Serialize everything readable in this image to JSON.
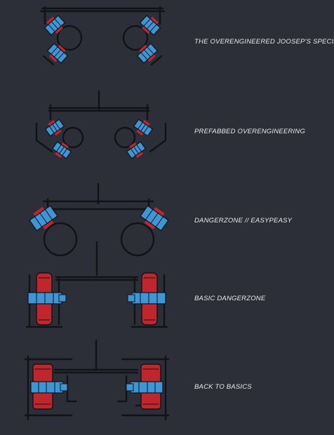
{
  "colors": {
    "background": "#2c2f38",
    "ink": "#121316",
    "blue": "#3d97d6",
    "red": "#c0272d",
    "label": "#e8e8ea"
  },
  "configs": [
    {
      "label": "THE OVERENGINEERED JOOSEP'S SPECIAL"
    },
    {
      "label": "PREFABBED OVERENGINEERING"
    },
    {
      "label": "DANGERZONE // EASYPEASY"
    },
    {
      "label": "BASIC DANGERZONE"
    },
    {
      "label": "BACK TO BASICS"
    }
  ]
}
